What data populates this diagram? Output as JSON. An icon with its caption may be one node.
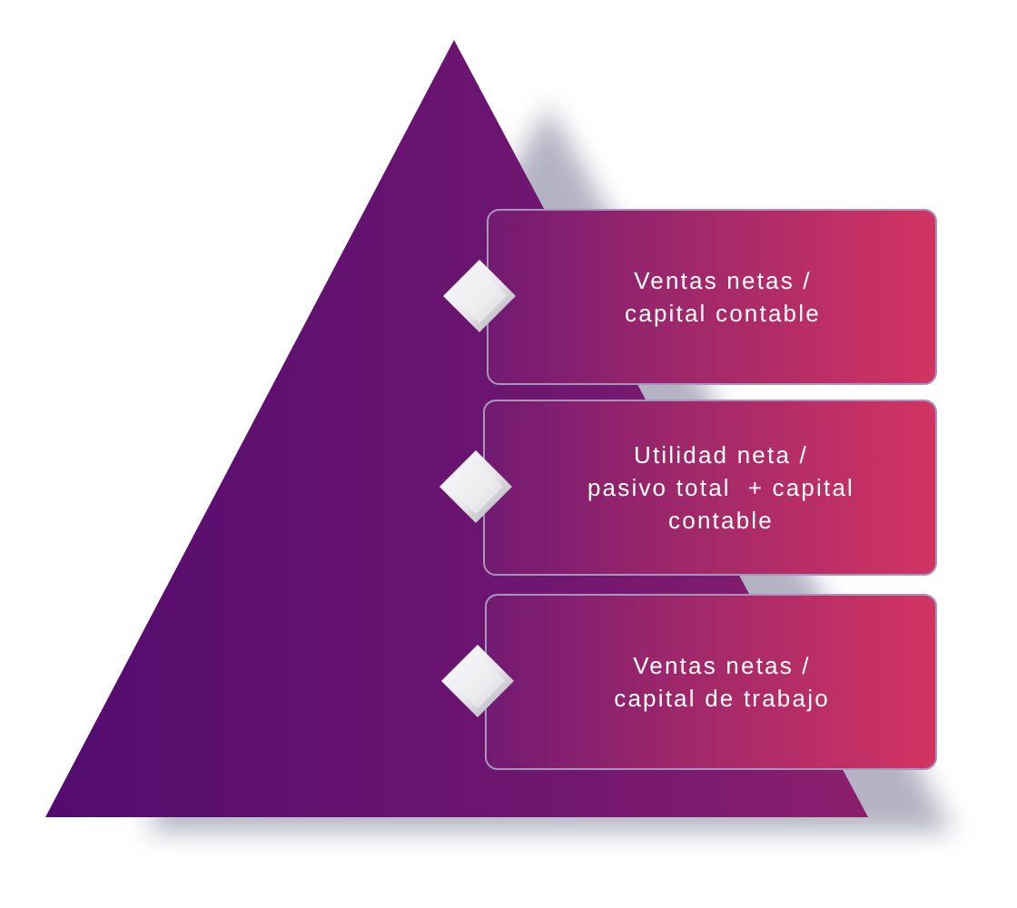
{
  "diagram": {
    "nodes": [
      {
        "text": [
          "Ventas netas / capital contable"
        ]
      },
      {
        "text": [
          "Utilidad neta / pasivo total  + capital contable"
        ]
      },
      {
        "text": [
          "Ventas netas / capital de trabajo"
        ]
      }
    ]
  }
}
